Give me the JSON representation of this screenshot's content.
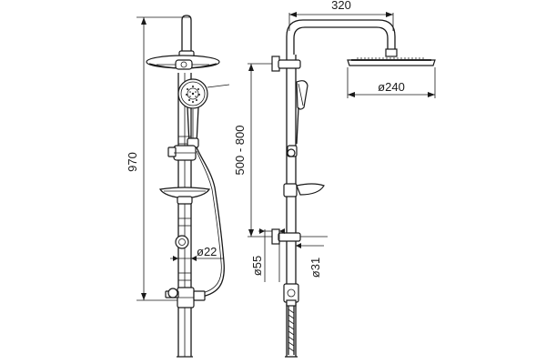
{
  "dimensions": {
    "total_height": "970",
    "pipe_diameter": "ø22",
    "arm_length": "320",
    "head_diameter": "ø240",
    "slide_range": "500 - 800",
    "bracket_diameter": "ø55",
    "bar_diameter": "ø31"
  },
  "colors": {
    "line": "#1a1a1a",
    "background": "#ffffff"
  }
}
